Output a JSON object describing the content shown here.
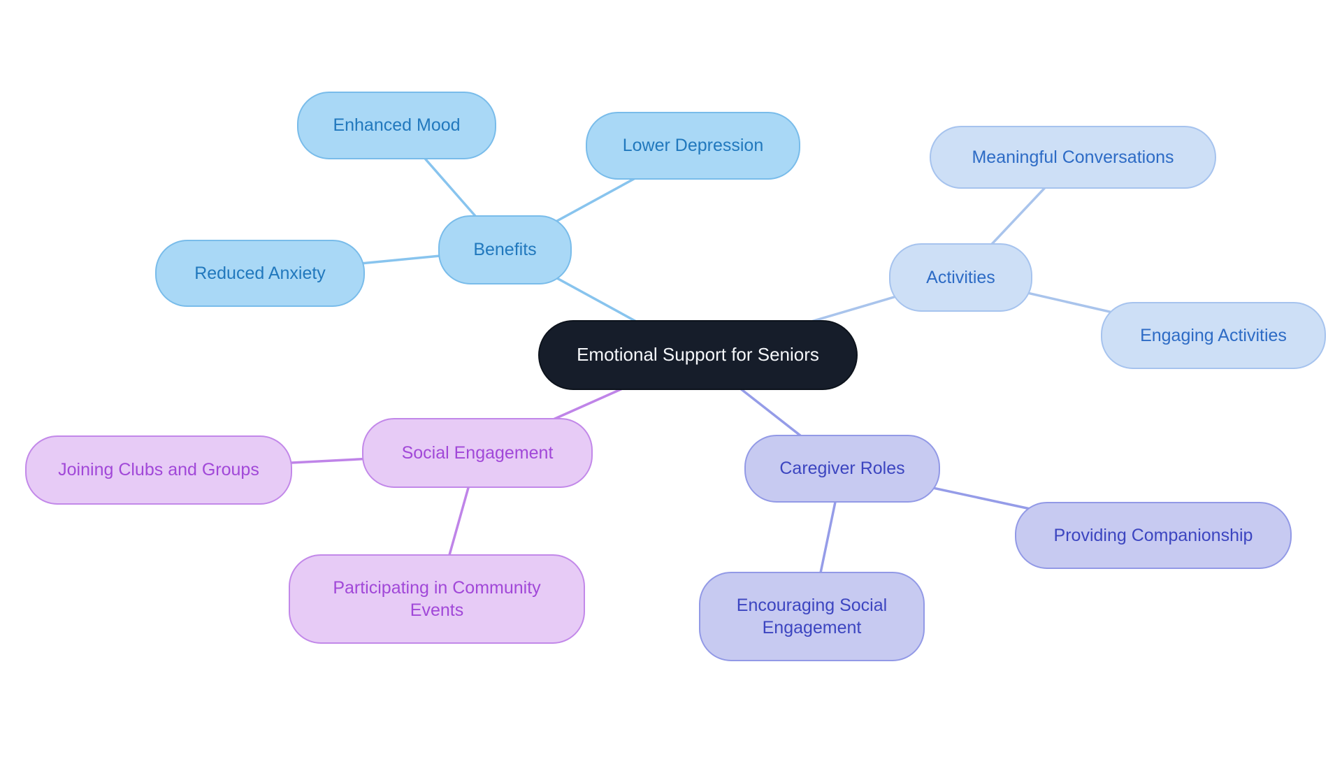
{
  "diagram": {
    "type": "mindmap",
    "root_label": "Emotional Support for Seniors"
  },
  "nodes": {
    "central": {
      "label": "Emotional Support for Seniors"
    },
    "benefits": {
      "label": "Benefits"
    },
    "enhanced_mood": {
      "label": "Enhanced Mood"
    },
    "lower_depression": {
      "label": "Lower Depression"
    },
    "reduced_anxiety": {
      "label": "Reduced Anxiety"
    },
    "activities": {
      "label": "Activities"
    },
    "meaningful_conversations": {
      "label": "Meaningful Conversations"
    },
    "engaging_activities": {
      "label": "Engaging Activities"
    },
    "social_engagement": {
      "label": "Social Engagement"
    },
    "joining_clubs": {
      "label": "Joining Clubs and Groups"
    },
    "participating_events": {
      "label": "Participating in Community Events"
    },
    "caregiver_roles": {
      "label": "Caregiver Roles"
    },
    "providing_companionship": {
      "label": "Providing Companionship"
    },
    "encouraging_social": {
      "label": "Encouraging Social Engagement"
    }
  },
  "structure": {
    "branches": [
      {
        "label": "Benefits",
        "children": [
          "Enhanced Mood",
          "Lower Depression",
          "Reduced Anxiety"
        ]
      },
      {
        "label": "Activities",
        "children": [
          "Meaningful Conversations",
          "Engaging Activities"
        ]
      },
      {
        "label": "Social Engagement",
        "children": [
          "Joining Clubs and Groups",
          "Participating in Community Events"
        ]
      },
      {
        "label": "Caregiver Roles",
        "children": [
          "Providing Companionship",
          "Encouraging Social Engagement"
        ]
      }
    ]
  },
  "edges": [
    {
      "from": "central",
      "to": "benefits"
    },
    {
      "from": "benefits",
      "to": "enhanced_mood"
    },
    {
      "from": "benefits",
      "to": "lower_depression"
    },
    {
      "from": "benefits",
      "to": "reduced_anxiety"
    },
    {
      "from": "central",
      "to": "activities"
    },
    {
      "from": "activities",
      "to": "meaningful_conversations"
    },
    {
      "from": "activities",
      "to": "engaging_activities"
    },
    {
      "from": "central",
      "to": "social_engagement"
    },
    {
      "from": "social_engagement",
      "to": "joining_clubs"
    },
    {
      "from": "social_engagement",
      "to": "participating_events"
    },
    {
      "from": "central",
      "to": "caregiver_roles"
    },
    {
      "from": "caregiver_roles",
      "to": "providing_companionship"
    },
    {
      "from": "caregiver_roles",
      "to": "encouraging_social"
    }
  ],
  "colors": {
    "background": "#ffffff",
    "central_fill": "#161d2a",
    "central_text": "#f5f7fa",
    "benefits": {
      "fill": "#a9d8f6",
      "border": "#79bcea",
      "text": "#2178bd",
      "edge": "#88c4ee"
    },
    "activities": {
      "fill": "#cddff6",
      "border": "#a6c3ee",
      "text": "#2d6bc5",
      "edge": "#a9c4ec"
    },
    "social_engagement": {
      "fill": "#e7cbf6",
      "border": "#c288e9",
      "text": "#a148d8",
      "edge": "#bf84e8"
    },
    "caregiver_roles": {
      "fill": "#c7caf1",
      "border": "#9299e6",
      "text": "#3c45c0",
      "edge": "#959ce8"
    }
  }
}
